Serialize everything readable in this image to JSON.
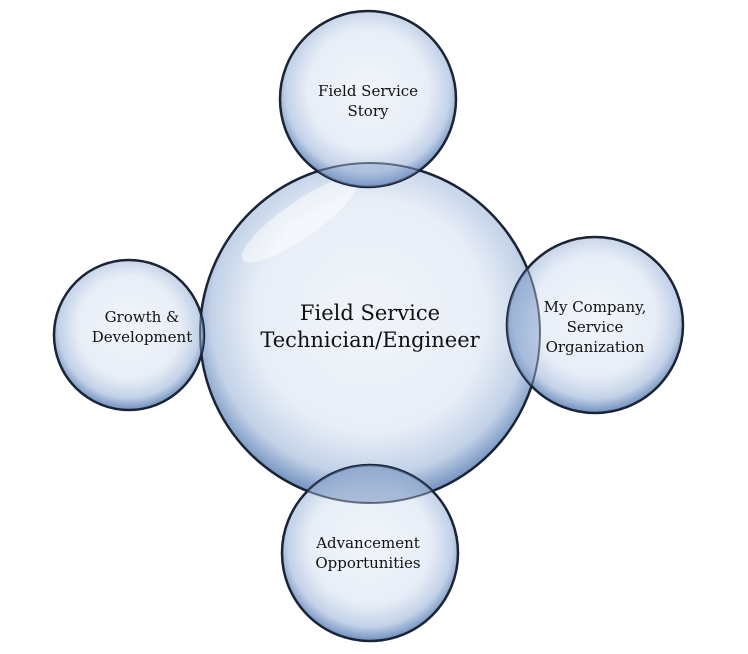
{
  "center": {
    "lines": [
      "Field Service",
      "Technician/Engineer"
    ]
  },
  "top": {
    "lines": [
      "Field Service",
      "Story"
    ]
  },
  "right": {
    "lines": [
      "My Company,",
      "Service",
      "Organization"
    ]
  },
  "bottom": {
    "lines": [
      "Advancement",
      "Opportunities"
    ]
  },
  "left": {
    "lines": [
      "Growth &",
      "Development"
    ]
  },
  "colors": {
    "bubble_edge": "#1a2436",
    "bubble_fill": "#eef2f9",
    "bubble_shade": "#7d9bc6"
  }
}
